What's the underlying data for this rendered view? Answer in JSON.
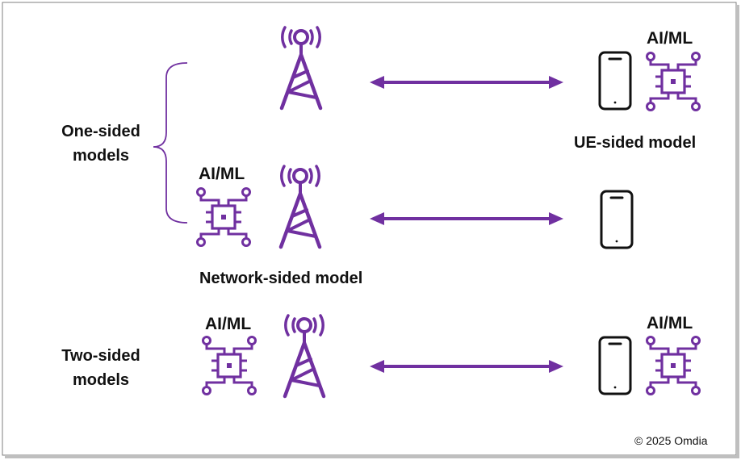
{
  "colors": {
    "accent": "#7030A0",
    "frame": "#7f7f7f",
    "text": "#111111",
    "phone": "#111111"
  },
  "icons": {
    "tower": "cell-tower-icon",
    "chip": "ai-chip-icon",
    "phone": "smartphone-icon",
    "arrow": "double-arrow",
    "brace": "curly-brace"
  },
  "labels": {
    "one_sided": [
      "One-sided",
      "models"
    ],
    "two_sided": [
      "Two-sided",
      "models"
    ],
    "ue_sided": "UE-sided model",
    "network_sided": "Network-sided model",
    "ai_ml": "AI/ML",
    "copyright": "© 2025 Omdia"
  }
}
